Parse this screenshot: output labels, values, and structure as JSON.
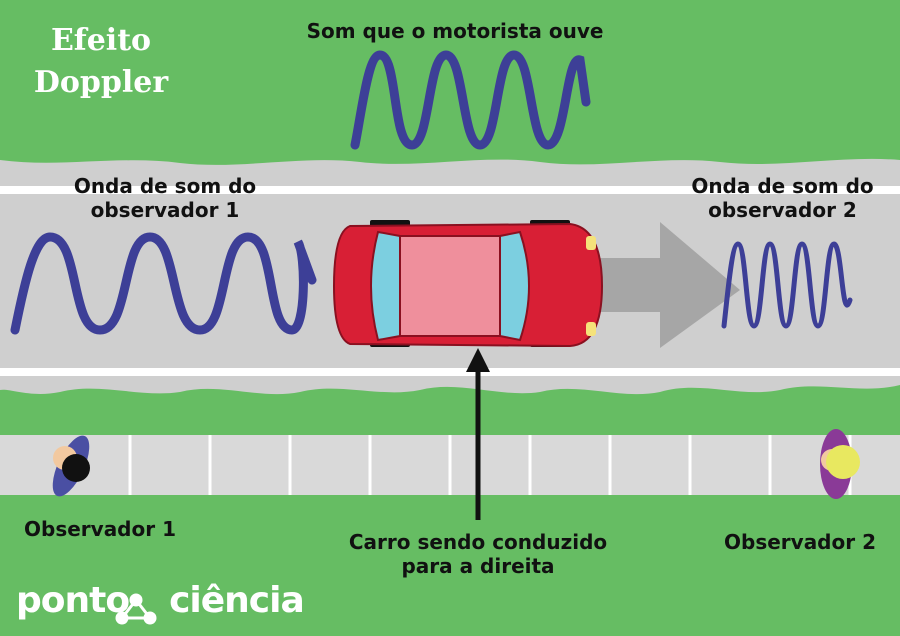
{
  "title": {
    "line1": "Efeito",
    "line2": "Doppler"
  },
  "labels": {
    "driver_hears": "Som que o motorista ouve",
    "observer1_wave_line1": "Onda de som do",
    "observer1_wave_line2": "observador 1",
    "observer2_wave_line1": "Onda de som do",
    "observer2_wave_line2": "observador 2",
    "observer1": "Observador 1",
    "observer2": "Observador 2",
    "car_line1": "Carro sendo conduzido",
    "car_line2": "para a direita"
  },
  "brand": {
    "left": "ponto",
    "right": "ciência"
  },
  "colors": {
    "grass": "#66bd63",
    "road": "#cfcfcf",
    "lane": "#ffffff",
    "wave": "#3d3f97",
    "car_body": "#d81f35",
    "car_roof": "#ef8f9c",
    "car_glass": "#7ccfe0",
    "arrow_gray": "#a6a6a6",
    "observer1_body": "#4a4fa3",
    "observer2_body": "#8a3a97"
  },
  "icons": [
    "car-icon",
    "motion-arrow-icon",
    "pointer-arrow-icon",
    "observer-1-icon",
    "observer-2-icon",
    "brand-logo-icon"
  ]
}
